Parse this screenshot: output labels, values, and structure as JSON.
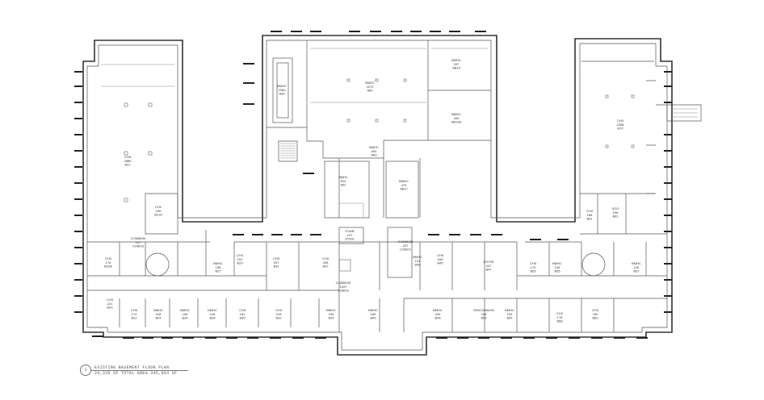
{
  "rooms": [
    {
      "label": "CH5\n2889\nB21"
    },
    {
      "label": "CH2\n290\nB21A"
    },
    {
      "label": "BMHC\n2360\nB35"
    },
    {
      "label": "BMHC\n2272\nA60"
    },
    {
      "label": "BMHC\n207\nAB15"
    },
    {
      "label": "BMHC\n440\nAB13A"
    },
    {
      "label": "BMHC\n590\nA60"
    },
    {
      "label": "BMHC\n514\nA51"
    },
    {
      "label": "BMHC\n476\nAB17"
    },
    {
      "label": "CH3\n2285\nB70"
    },
    {
      "label": "CH3\n168\nB61"
    },
    {
      "label": "SGO\n206\nB61"
    },
    {
      "label": "COMMON\n1347\nCOBO2"
    },
    {
      "label": "COMMON\n207\nCOBO1"
    },
    {
      "label": "CH3\n176\nB23A"
    },
    {
      "label": "CH3\n221\nB20"
    },
    {
      "label": "CH5\n174\nB22"
    },
    {
      "label": "BMHC\n218\nB24"
    },
    {
      "label": "BMHC\n156\nB26"
    },
    {
      "label": "BMHC\n218\nB28"
    },
    {
      "label": "CH3\n181\nB30"
    },
    {
      "label": "CH3\n218\nB32"
    },
    {
      "label": "BMHC\n135\nB36"
    },
    {
      "label": "BMHC\n180\nB40"
    },
    {
      "label": "BMHC\n440\nB46"
    },
    {
      "label": "DR/COMMON\n223\nB52"
    },
    {
      "label": "BMHC\n143\nB54"
    },
    {
      "label": "CH3\n178\nB56"
    },
    {
      "label": "CH3\n760\nB60"
    },
    {
      "label": "BMHC\n138\nB27"
    },
    {
      "label": "CH3\n151\nB29"
    },
    {
      "label": "CH3\n207\nB31"
    },
    {
      "label": "CH3\n435\nB37"
    },
    {
      "label": "CH5\n440\nB45"
    },
    {
      "label": "BMHC\n121\nB48"
    },
    {
      "label": "CH3\n170\nB53"
    },
    {
      "label": "BMHC\n135\nB55"
    },
    {
      "label": "BMHC\n140\nB57"
    },
    {
      "label": "ATCHE\n447\nB47"
    },
    {
      "label": "COMMON\n147\nCOBO3"
    },
    {
      "label": "STAIR\n147\nST001"
    }
  ],
  "caption": {
    "marker": "1",
    "title": "EXISTING BASEMENT FLOOR PLAN",
    "subtitle": "24,335 SF TOTAL AREA 345,693 SF"
  }
}
